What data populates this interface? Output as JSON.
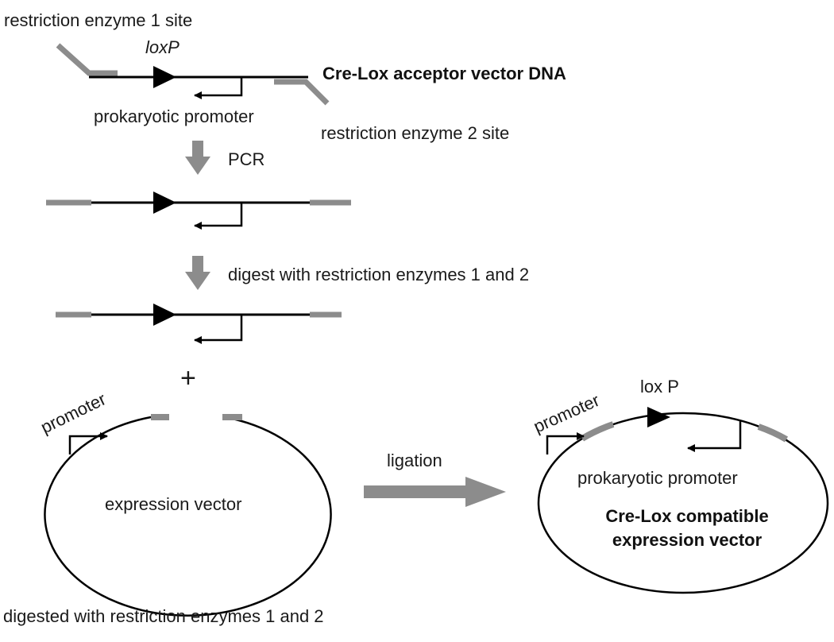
{
  "labels": {
    "restriction_site_1": "restriction enzyme 1 site",
    "loxp_top": "loxP",
    "acceptor_vector": "Cre-Lox acceptor vector DNA",
    "prokaryotic_promoter_top": "prokaryotic promoter",
    "restriction_site_2": "restriction enzyme 2 site",
    "pcr_step": "PCR",
    "digest_step": "digest with restriction enzymes 1 and 2",
    "plus_sign": "+",
    "promoter_left": "promoter",
    "expression_vector": "expression vector",
    "ligation_step": "ligation",
    "promoter_right": "promoter",
    "loxp_right": "lox P",
    "prokaryotic_promoter_right": "prokaryotic promoter",
    "result_line1": "Cre-Lox compatible",
    "result_line2": "expression vector",
    "bottom_caption": "digested with restriction enzymes 1 and 2"
  },
  "colors": {
    "dna_line": "#000000",
    "restriction_end": "#8c8c8c",
    "step_arrow": "#8c8c8c",
    "text": "#1a1a1a",
    "background": "#ffffff"
  }
}
